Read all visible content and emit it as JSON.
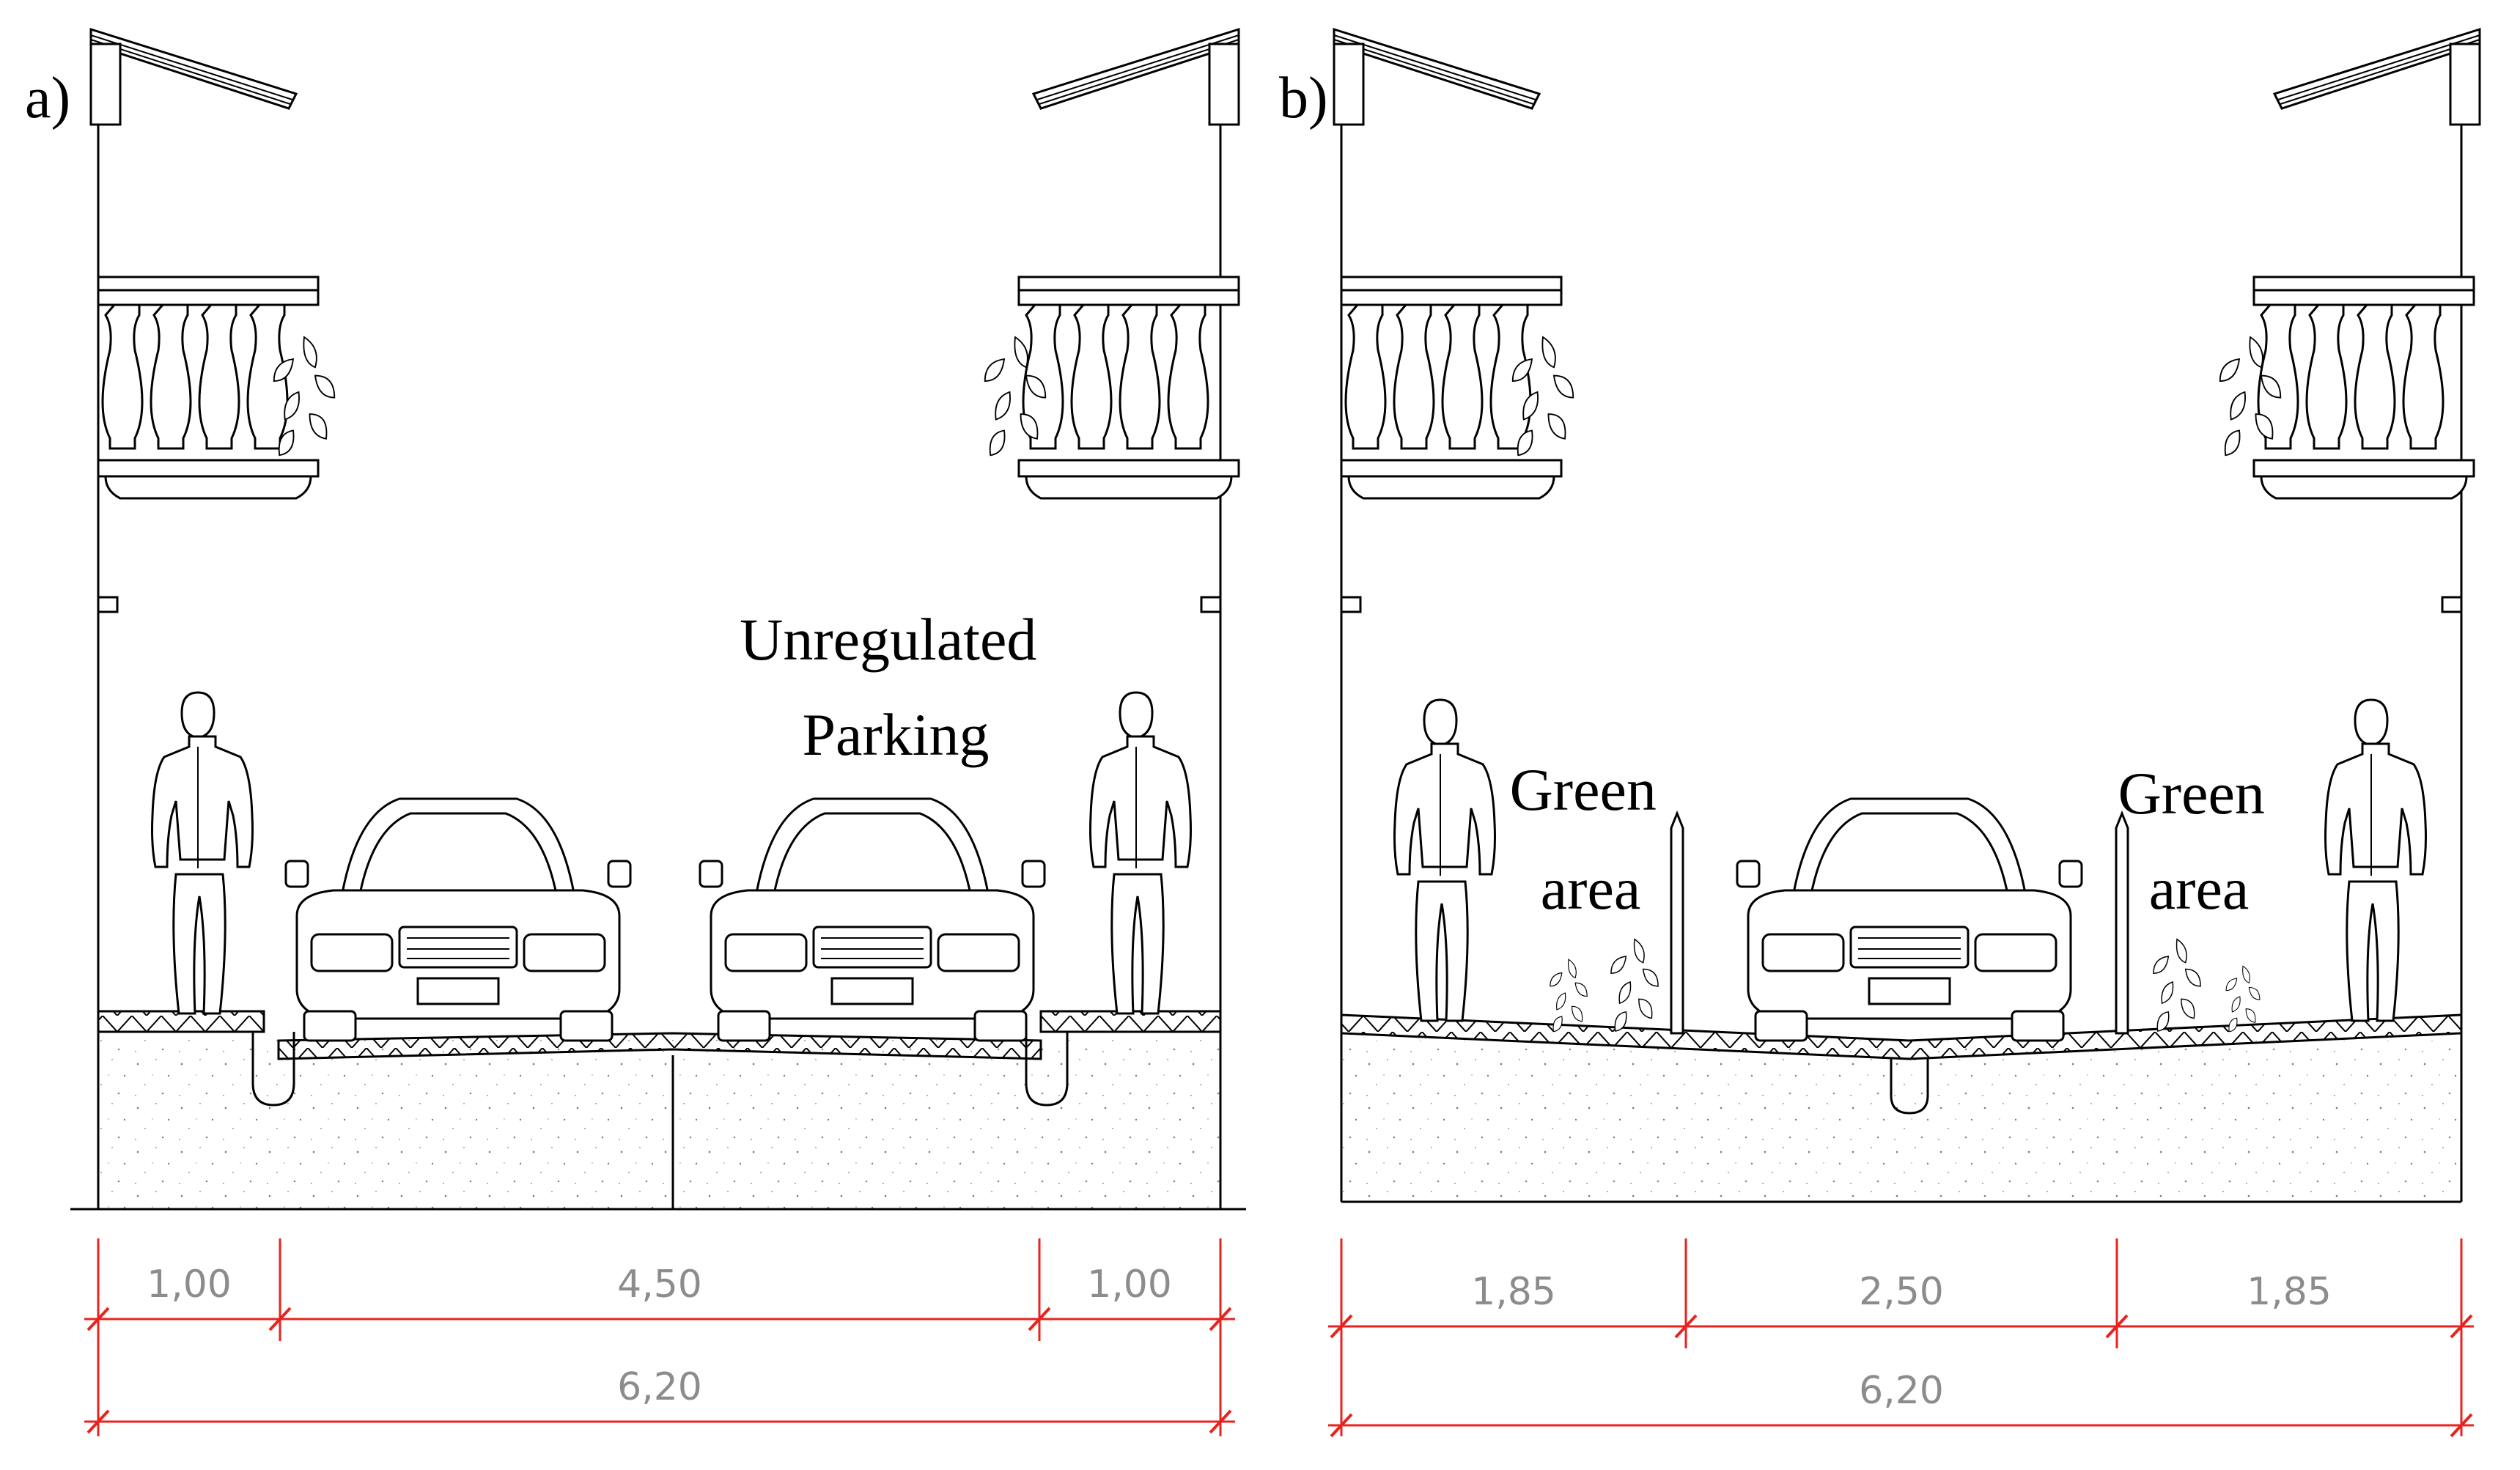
{
  "panels": [
    {
      "id": "a",
      "label": "a)",
      "annotations": [
        {
          "lines": [
            "Unregulated",
            "Parking"
          ]
        }
      ],
      "dimensions": {
        "segments": [
          "1,00",
          "4,50",
          "1,00"
        ],
        "total": "6,20"
      }
    },
    {
      "id": "b",
      "label": "b)",
      "annotations": [
        {
          "lines": [
            "Green",
            "area"
          ]
        },
        {
          "lines": [
            "Green",
            "area"
          ]
        }
      ],
      "dimensions": {
        "segments": [
          "1,85",
          "2,50",
          "1,85"
        ],
        "total": "6,20"
      }
    }
  ],
  "colors": {
    "dimension_line": "#e8231f",
    "dimension_text": "#8c8c8c",
    "line_work": "#000000"
  },
  "icons": [
    "roof-icon",
    "balustrade-balcony-icon",
    "pedestrian-icon",
    "car-front-icon",
    "plant-icon",
    "bollard-icon",
    "drain-icon"
  ]
}
